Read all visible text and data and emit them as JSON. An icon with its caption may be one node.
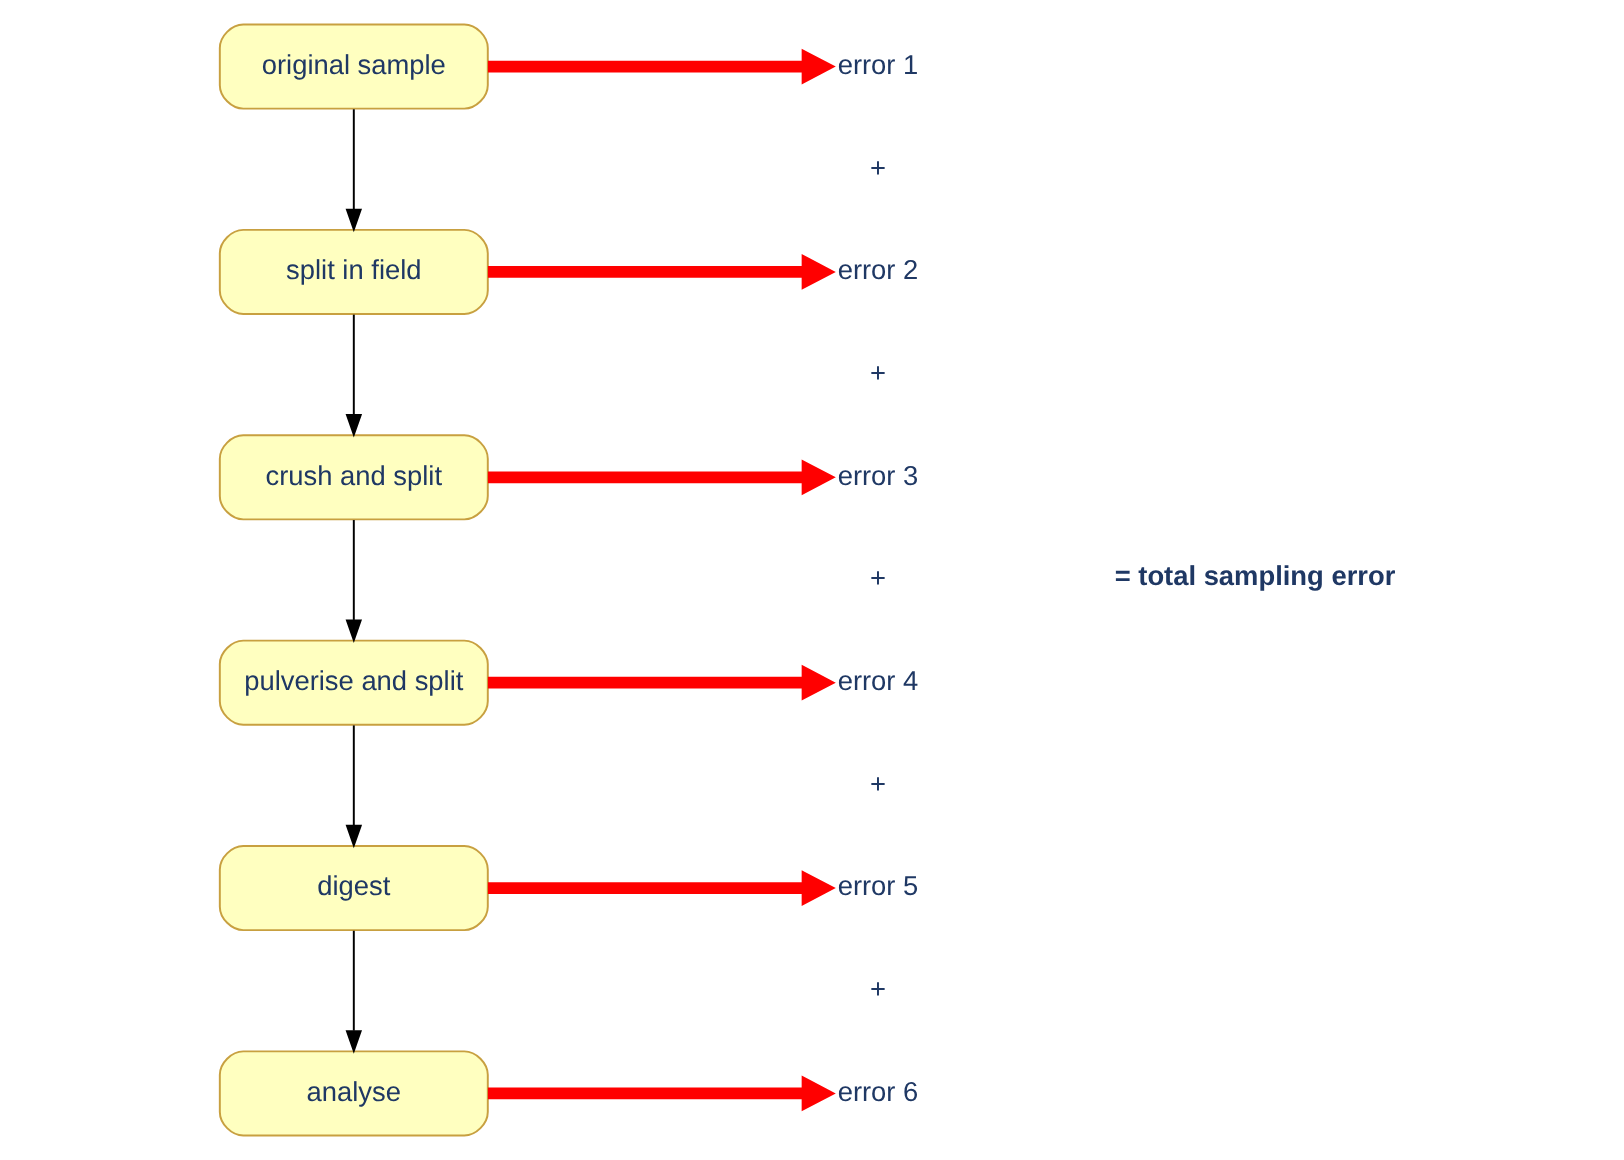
{
  "diagram": {
    "nodes": [
      {
        "text": [
          "original sample"
        ]
      },
      {
        "text": [
          "split in field"
        ]
      },
      {
        "text": [
          "crush and split"
        ]
      },
      {
        "text": [
          "pulverise and split"
        ]
      },
      {
        "text": [
          "digest"
        ]
      },
      {
        "text": [
          "analyse"
        ]
      },
      {
        "text": [
          "error 1"
        ]
      },
      {
        "text": [
          "error 2"
        ]
      },
      {
        "text": [
          "error 3"
        ]
      },
      {
        "text": [
          "error 4"
        ]
      },
      {
        "text": [
          "error 5"
        ]
      },
      {
        "text": [
          "error 6"
        ]
      }
    ],
    "edges": [
      {
        "from": 0,
        "to": 1,
        "arrow": "to",
        "color": "#000000"
      },
      {
        "from": 1,
        "to": 2,
        "arrow": "to",
        "color": "#000000"
      },
      {
        "from": 2,
        "to": 3,
        "arrow": "to",
        "color": "#000000"
      },
      {
        "from": 3,
        "to": 4,
        "arrow": "to",
        "color": "#000000"
      },
      {
        "from": 4,
        "to": 5,
        "arrow": "to",
        "color": "#000000"
      },
      {
        "from": 0,
        "to": 6,
        "arrow": "to",
        "color": "#ff0000"
      },
      {
        "from": 1,
        "to": 7,
        "arrow": "to",
        "color": "#ff0000"
      },
      {
        "from": 2,
        "to": 8,
        "arrow": "to",
        "color": "#ff0000"
      },
      {
        "from": 3,
        "to": 9,
        "arrow": "to",
        "color": "#ff0000"
      },
      {
        "from": 4,
        "to": 10,
        "arrow": "to",
        "color": "#ff0000"
      },
      {
        "from": 5,
        "to": 11,
        "arrow": "to",
        "color": "#ff0000"
      }
    ],
    "labels": [
      "+",
      "+",
      "= total sampling error",
      "+",
      "+",
      "+"
    ]
  }
}
